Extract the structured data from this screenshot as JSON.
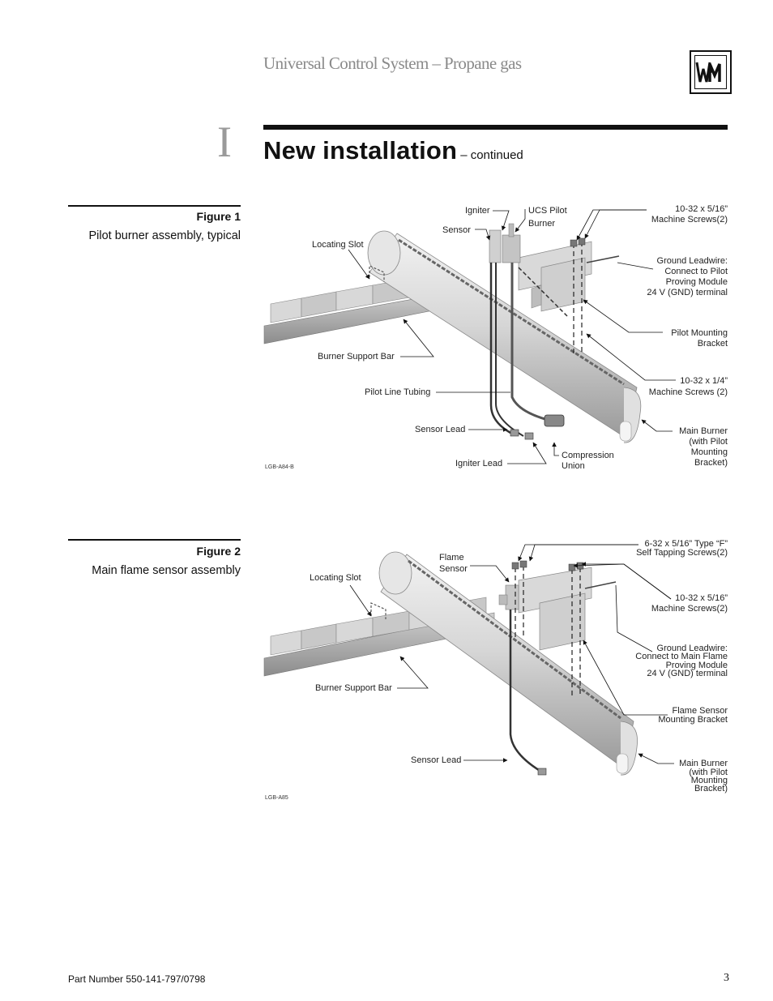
{
  "header": {
    "title": "Universal Control System – Propane gas",
    "logo_icon": "weil-mclain-logo"
  },
  "section": {
    "letter": "I",
    "title": "New installation",
    "continued": "– continued"
  },
  "figure1": {
    "label": "Figure 1",
    "caption": "Pilot burner assembly, typical",
    "code": "LGB-A84-B",
    "callouts": {
      "igniter": "Igniter",
      "ucs_pilot_1": "UCS Pilot",
      "ucs_pilot_2": "Burner",
      "sensor": "Sensor",
      "locating_slot": "Locating Slot",
      "screws_top_1": "10-32 x 5/16”",
      "screws_top_2": "Machine Screws(2)",
      "ground_1": "Ground Leadwire:",
      "ground_2": "Connect to Pilot",
      "ground_3": "Proving Module",
      "ground_4": "24 V (GND) terminal",
      "bracket_1": "Pilot Mounting",
      "bracket_2": "Bracket",
      "support_bar": "Burner Support Bar",
      "screws_bot_1": "10-32 x 1/4”",
      "screws_bot_2": "Machine Screws (2)",
      "tubing": "Pilot Line Tubing",
      "sensor_lead": "Sensor Lead",
      "main_burner_1": "Main Burner",
      "main_burner_2": "(with Pilot",
      "main_burner_3": "Mounting",
      "main_burner_4": "Bracket)",
      "compression_1": "Compression",
      "compression_2": "Union",
      "igniter_lead": "Igniter Lead"
    }
  },
  "figure2": {
    "label": "Figure 2",
    "caption": "Main flame sensor assembly",
    "code": "LGB-A85",
    "callouts": {
      "flame_1": "Flame",
      "flame_2": "Sensor",
      "tapping_1": "6-32 x 5/16” Type “F”",
      "tapping_2": "Self Tapping Screws(2)",
      "locating_slot": "Locating Slot",
      "screws_1": "10-32 x 5/16”",
      "screws_2": "Machine Screws(2)",
      "ground_1": "Ground Leadwire:",
      "ground_2": "Connect to Main Flame",
      "ground_3": "Proving Module",
      "ground_4": "24 V (GND) terminal",
      "support_bar": "Burner Support Bar",
      "bracket_1": "Flame Sensor",
      "bracket_2": "Mounting Bracket",
      "sensor_lead": "Sensor Lead",
      "main_burner_1": "Main Burner",
      "main_burner_2": "(with Pilot",
      "main_burner_3": "Mounting",
      "main_burner_4": "Bracket)"
    }
  },
  "footer": {
    "part_number": "Part  Number  550-141-797/0798",
    "page": "3"
  }
}
